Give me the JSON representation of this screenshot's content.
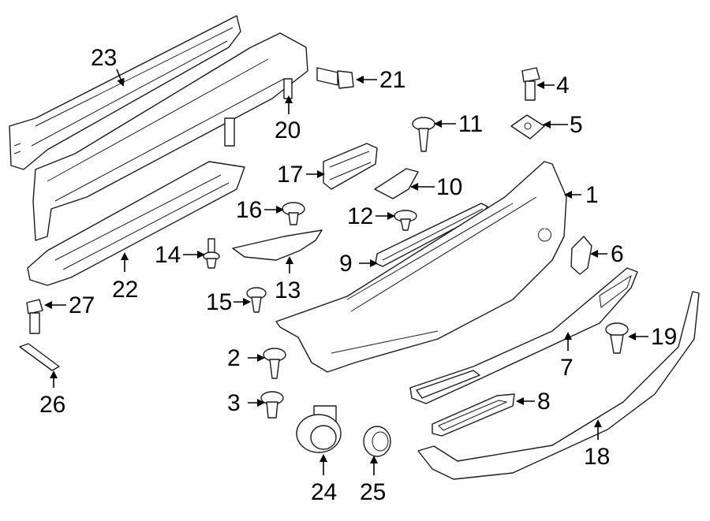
{
  "callouts": {
    "c1": "1",
    "c2": "2",
    "c3": "3",
    "c4": "4",
    "c5": "5",
    "c6": "6",
    "c7": "7",
    "c8": "8",
    "c9": "9",
    "c10": "10",
    "c11": "11",
    "c12": "12",
    "c13": "13",
    "c14": "14",
    "c15": "15",
    "c16": "16",
    "c17": "17",
    "c18": "18",
    "c19": "19",
    "c20": "20",
    "c21": "21",
    "c22": "22",
    "c23": "23",
    "c24": "24",
    "c25": "25",
    "c26": "26",
    "c27": "27"
  },
  "colors": {
    "line": "#1a1a1a",
    "background": "#ffffff",
    "text": "#000000"
  }
}
